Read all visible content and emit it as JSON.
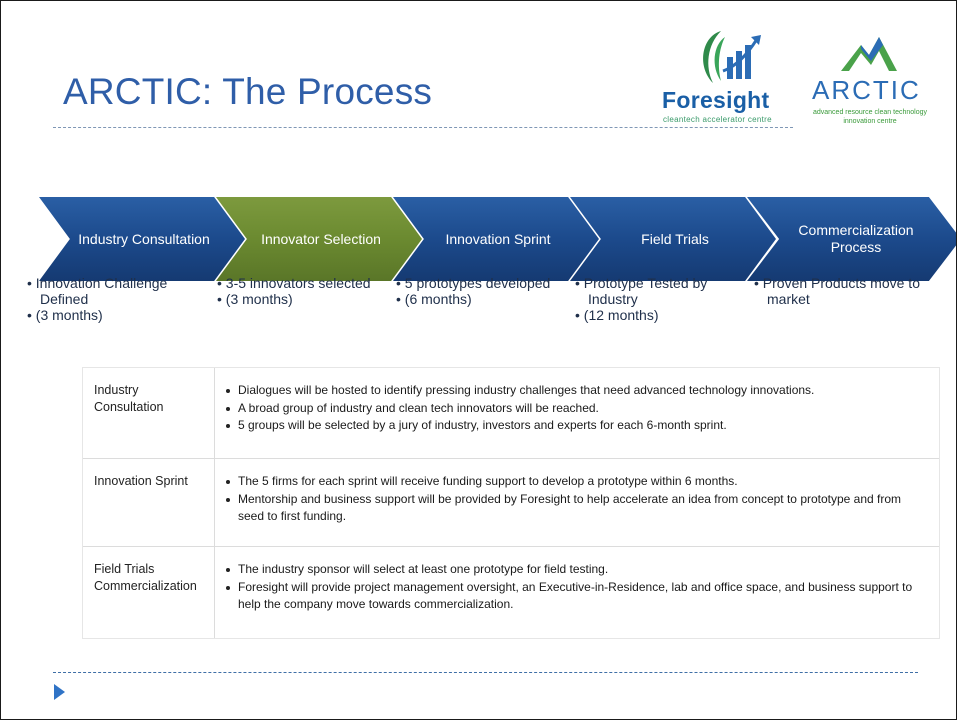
{
  "slide": {
    "title": "ARCTIC: The Process"
  },
  "logos": {
    "foresight": {
      "name": "Foresight",
      "tagline": "cleantech accelerator centre"
    },
    "arctic": {
      "name": "ARCTIC",
      "tagline": "advanced resource clean technology innovation centre"
    }
  },
  "stages": [
    {
      "label": "Industry Consultation",
      "bullets": [
        "Innovation Challenge Defined"
      ],
      "duration": "(3 months)"
    },
    {
      "label": "Innovator Selection",
      "bullets": [
        "3-5 innovators selected"
      ],
      "duration": "(3 months)"
    },
    {
      "label": "Innovation Sprint",
      "bullets": [
        "5 prototypes developed"
      ],
      "duration": "(6 months)"
    },
    {
      "label": "Field Trials",
      "bullets": [
        "Prototype Tested by Industry"
      ],
      "duration": "(12 months)"
    },
    {
      "label": "Commercialization Process",
      "bullets": [
        "Proven Products move to market"
      ],
      "duration": ""
    }
  ],
  "table": {
    "rows": [
      {
        "label": "Industry Consultation",
        "items": [
          "Dialogues will be hosted to identify pressing industry challenges that need advanced technology innovations.",
          "A broad group of industry and clean tech innovators will be reached.",
          "5 groups will be selected by a jury of industry, investors and experts for each 6-month sprint."
        ]
      },
      {
        "label": "Innovation Sprint",
        "items": [
          "The 5 firms for each sprint will receive funding support to develop a prototype within 6 months.",
          "Mentorship and business support will be provided by Foresight to help accelerate an idea from concept to prototype and from seed to first funding."
        ]
      },
      {
        "label": "Field Trials Commercialization",
        "items": [
          "The industry sponsor will select at least one prototype for field testing.",
          "Foresight will provide project management oversight, an Executive-in-Residence, lab and office space, and business support to help the company move towards commercialization."
        ]
      }
    ]
  },
  "colors": {
    "title": "#2f5ea8",
    "chevron_blue": "#1c4a8c",
    "chevron_green": "#6b8a30",
    "footer_arrow": "#2f73c6"
  }
}
